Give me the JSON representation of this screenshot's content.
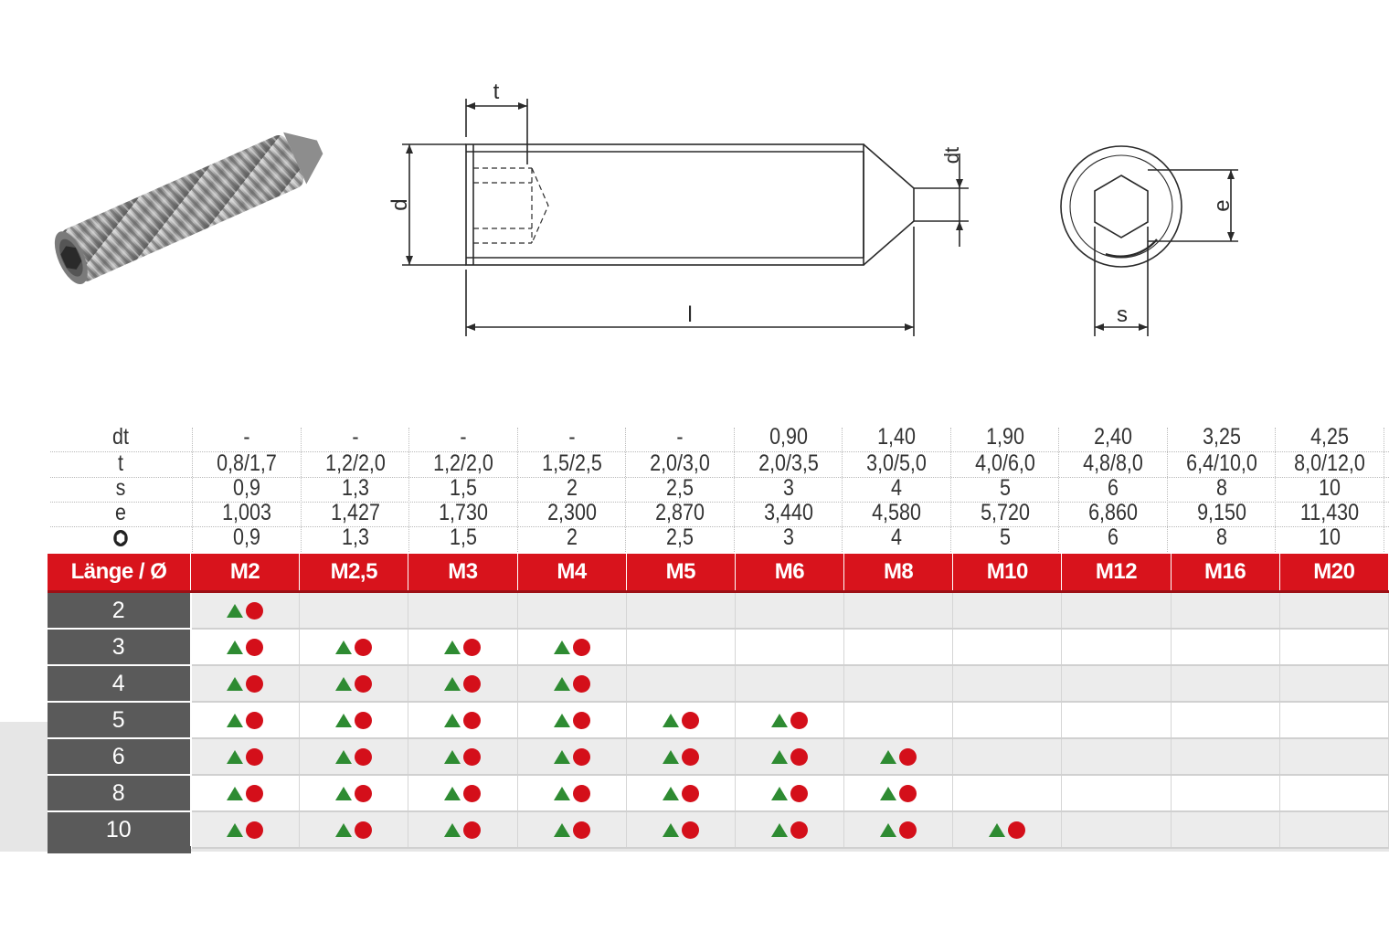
{
  "drawing": {
    "labels": {
      "t": "t",
      "d": "d",
      "dt": "dt",
      "l": "l",
      "e": "e",
      "s": "s"
    }
  },
  "dimensions": {
    "rows": [
      {
        "label": "dt",
        "values": [
          "-",
          "-",
          "-",
          "-",
          "-",
          "0,90",
          "1,40",
          "1,90",
          "2,40",
          "3,25",
          "4,25"
        ]
      },
      {
        "label": "t",
        "values": [
          "0,8/1,7",
          "1,2/2,0",
          "1,2/2,0",
          "1,5/2,5",
          "2,0/3,0",
          "2,0/3,5",
          "3,0/5,0",
          "4,0/6,0",
          "4,8/8,0",
          "6,4/10,0",
          "8,0/12,0"
        ]
      },
      {
        "label": "s",
        "values": [
          "0,9",
          "1,3",
          "1,5",
          "2",
          "2,5",
          "3",
          "4",
          "5",
          "6",
          "8",
          "10"
        ]
      },
      {
        "label": "e",
        "values": [
          "1,003",
          "1,427",
          "1,730",
          "2,300",
          "2,870",
          "3,440",
          "4,580",
          "5,720",
          "6,860",
          "9,150",
          "11,430"
        ]
      },
      {
        "label_icon": "hex-key-icon",
        "values": [
          "0,9",
          "1,3",
          "1,5",
          "2",
          "2,5",
          "3",
          "4",
          "5",
          "6",
          "8",
          "10"
        ]
      }
    ]
  },
  "table": {
    "corner_label": "Länge / Ø",
    "sizes": [
      "M2",
      "M2,5",
      "M3",
      "M4",
      "M5",
      "M6",
      "M8",
      "M10",
      "M12",
      "M16",
      "M20"
    ],
    "rows": [
      {
        "length": "2",
        "available": [
          1,
          0,
          0,
          0,
          0,
          0,
          0,
          0,
          0,
          0,
          0
        ]
      },
      {
        "length": "3",
        "available": [
          1,
          1,
          1,
          1,
          0,
          0,
          0,
          0,
          0,
          0,
          0
        ]
      },
      {
        "length": "4",
        "available": [
          1,
          1,
          1,
          1,
          0,
          0,
          0,
          0,
          0,
          0,
          0
        ]
      },
      {
        "length": "5",
        "available": [
          1,
          1,
          1,
          1,
          1,
          1,
          0,
          0,
          0,
          0,
          0
        ]
      },
      {
        "length": "6",
        "available": [
          1,
          1,
          1,
          1,
          1,
          1,
          1,
          0,
          0,
          0,
          0
        ]
      },
      {
        "length": "8",
        "available": [
          1,
          1,
          1,
          1,
          1,
          1,
          1,
          0,
          0,
          0,
          0
        ]
      },
      {
        "length": "10",
        "available": [
          1,
          1,
          1,
          1,
          1,
          1,
          1,
          1,
          0,
          0,
          0
        ]
      }
    ],
    "legend_colors": {
      "triangle": "#2e8b32",
      "dot": "#d40f1a",
      "header": "#d8131c"
    }
  }
}
